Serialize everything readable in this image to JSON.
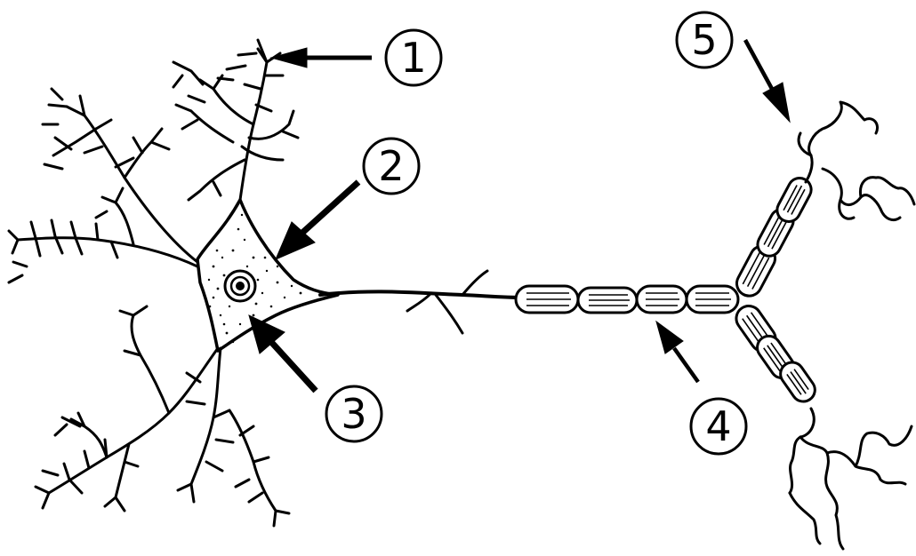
{
  "colors": {
    "ink": "#000000",
    "background": "#ffffff"
  },
  "labels": [
    {
      "id": "1",
      "text": "1"
    },
    {
      "id": "2",
      "text": "2"
    },
    {
      "id": "3",
      "text": "3"
    },
    {
      "id": "4",
      "text": "4"
    },
    {
      "id": "5",
      "text": "5"
    }
  ]
}
